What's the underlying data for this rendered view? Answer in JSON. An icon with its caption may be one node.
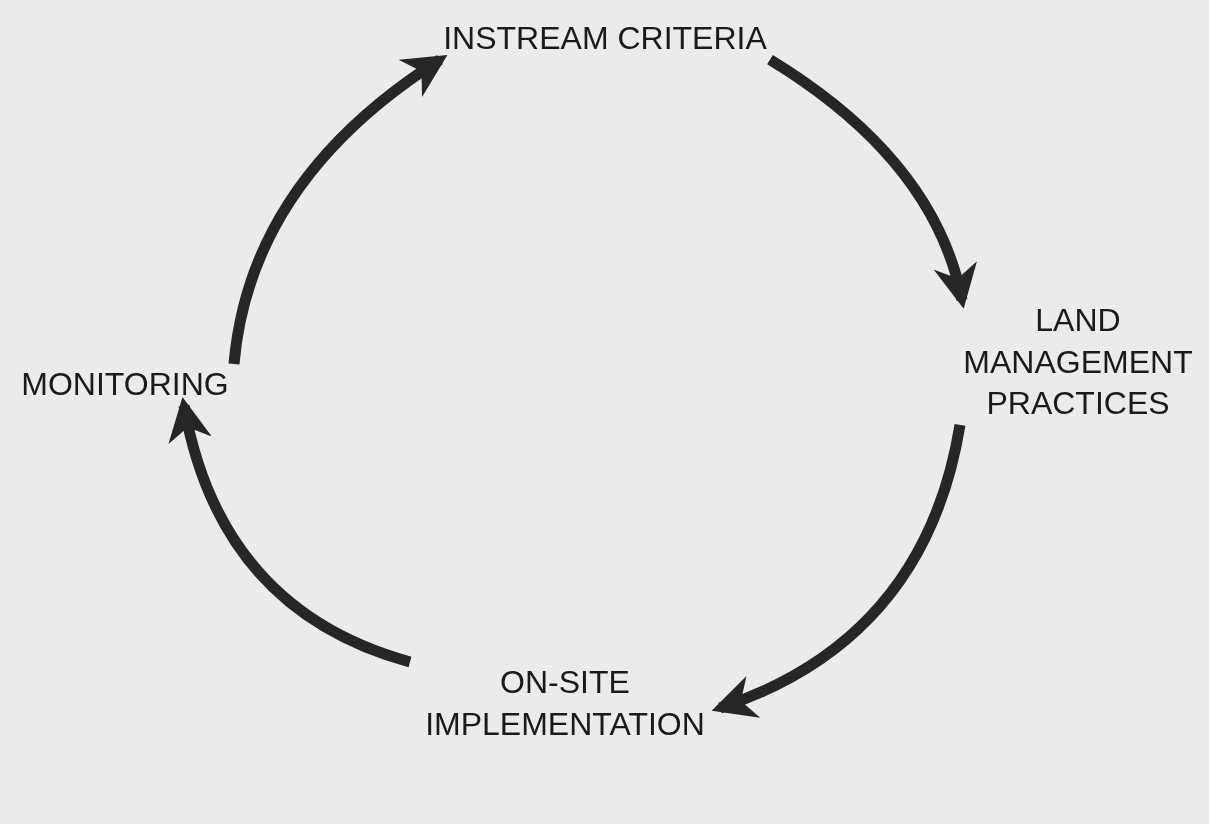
{
  "diagram": {
    "nodes": [
      {
        "text": [
          "INSTREAM CRITERIA"
        ]
      },
      {
        "text": [
          "LAND MANAGEMENT PRACTICES"
        ]
      },
      {
        "text": [
          "ON-SITE IMPLEMENTATION"
        ]
      },
      {
        "text": [
          "MONITORING"
        ]
      }
    ],
    "edges": [
      {
        "from": 0,
        "to": 1,
        "arrow": "to"
      },
      {
        "from": 1,
        "to": 2,
        "arrow": "to"
      },
      {
        "from": 2,
        "to": 3,
        "arrow": "to"
      },
      {
        "from": 3,
        "to": 0,
        "arrow": "to"
      }
    ]
  }
}
